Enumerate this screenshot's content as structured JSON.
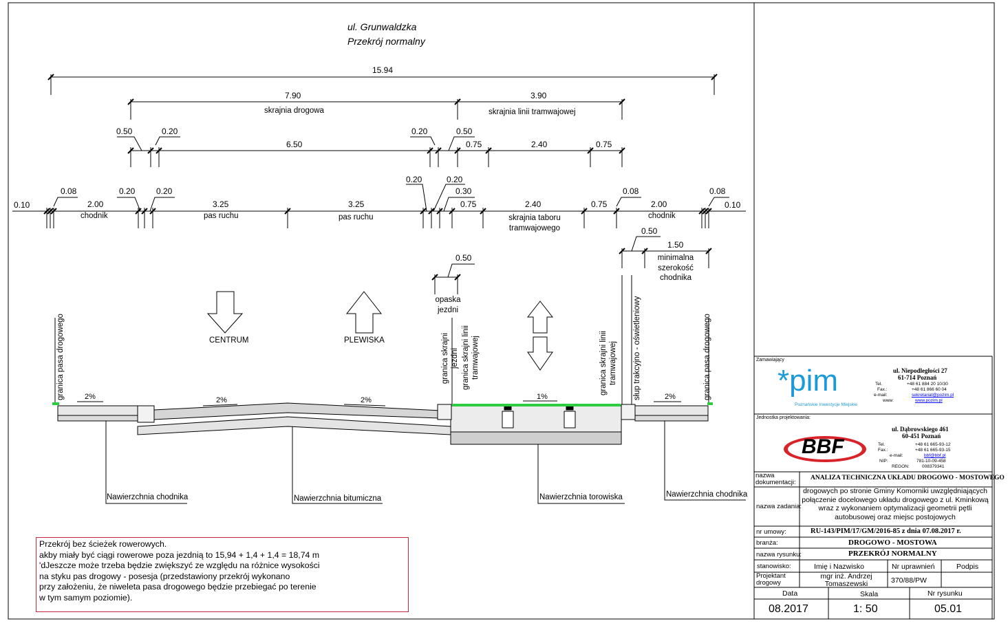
{
  "title": {
    "street": "ul. Grunwaldzka",
    "section": "Przekrój normalny"
  },
  "dimensions": {
    "row1": [
      "15.94"
    ],
    "row2": [
      "7.90",
      "3.90"
    ],
    "row2_labels": [
      "skrajnia drogowa",
      "skrajnia linii tramwajowej"
    ],
    "row3": [
      "0.50",
      "0.20",
      "6.50",
      "0.20",
      "0.50",
      "0.75",
      "2.40",
      "0.75"
    ],
    "row4": [
      "0.10",
      "0.08",
      "2.00",
      "0.20",
      "0.20",
      "3.25",
      "3.25",
      "0.20",
      "0.20",
      "0.30",
      "0.75",
      "2.40",
      "0.75",
      "0.08",
      "2.00",
      "0.08",
      "0.10"
    ],
    "row4_labels": [
      "chodnik",
      "pas ruchu",
      "pas ruchu",
      "skrajnia taboru tramwajowego",
      "chodnik"
    ],
    "side": [
      "0.50",
      "1.50",
      "0.50"
    ],
    "side_labels": [
      "minimalna szerokość chodnika",
      "opaska jezdni"
    ]
  },
  "directions": {
    "left": "CENTRUM",
    "right": "PLEWISKA"
  },
  "vertical_labels": {
    "granica_left": "granica pasa drogowego",
    "granica_right": "granica pasa drogowego",
    "skrajnia_jezdni": "granica skrajni jezdni",
    "skrajnia_tram": "granica skrajni linii tramwajowej",
    "skrajnia_tram2": "granica skrajni linii tramwajowej",
    "slup": "słup trakcyjno - oświetleniowy"
  },
  "slopes": [
    "2%",
    "2%",
    "2%",
    "1%",
    "2%"
  ],
  "callouts": [
    "Nawierzchnia chodnika",
    "Nawierzchnia bitumiczna",
    "Nawierzchnia torowiska",
    "Nawierzchnia chodnika"
  ],
  "note": [
    "Przekrój bez ścieżek rowerowych.",
    "akby miały być ciągi rowerowe poza jezdnią to 15,94 + 1,4 + 1,4 = 18,74 m",
    "'dJeszcze może trzeba będzie zwiększyć ze względu na różnice wysokości",
    "na styku pas drogowy - posesja (przedstawiony przekrój wykonano",
    "przy założeniu, że niweleta pasa drogowego będzie przebiegać po terenie",
    "w tym samym poziomie)."
  ],
  "titleblock": {
    "zamawiajacy_label": "Zamawiający",
    "pim_logo": "*pim",
    "pim_sub": "Poznańskie Inwestycje Miejskie",
    "pim_addr1": "ul. Niepodległości 27",
    "pim_addr2": "61-714 Poznań",
    "pim_tel_label": "Tel.",
    "pim_tel": "+48 61 884 20 10/30",
    "pim_fax_label": "Fax.:",
    "pim_fax": "+48 61 866 60 04",
    "pim_email_label": "e-mail:",
    "pim_email": "sekretariat@pozim.pl",
    "pim_www_label": "www:",
    "pim_www": "www.pozim.pl",
    "jednostka_label": "Jednostka projektowania:",
    "bbf_logo": "BBF",
    "bbf_addr1": "ul. Dąbrowskiego 461",
    "bbf_addr2": "60-451 Poznań",
    "bbf_tel_label": "Tel.",
    "bbf_tel": "+48 61 665-93-12",
    "bbf_fax_label": "Fax.:",
    "bbf_fax": "+48 61 665-93-15",
    "bbf_email_label": "e-mail:",
    "bbf_email": "bbf@bbf.pl",
    "bbf_nip_label": "NIP:",
    "bbf_nip": "781-10-09-458",
    "bbf_regon_label": "REGON:",
    "bbf_regon": "008379341",
    "nazwa_dok_label": "nazwa dokumentacji:",
    "nazwa_dok": "ANALIZA TECHNICZNA UKŁADU DROGOWO - MOSTOWEGO",
    "nazwa_zad_label": "nazwa zadania:",
    "nazwa_zad": "drogowych po stronie Gminy Komorniki uwzględniających połączenie docelowego układu drogowego z ul. Kminkową wraz z wykonaniem optymalizacji geometrii pętli autobusowej oraz miejsc postojowych",
    "nr_umowy_label": "nr umowy:",
    "nr_umowy": "RU-143/PIM/17/GM/2016-85 z dnia 07.08.2017 r.",
    "branza_label": "branża:",
    "branza": "DROGOWO - MOSTOWA",
    "nazwa_rys_label": "nazwa rysunku:",
    "nazwa_rys": "PRZEKRÓJ NORMALNY",
    "stanowisko": "stanowisko:",
    "imie": "Imię i Nazwisko",
    "nr_upr": "Nr uprawnień",
    "podpis": "Podpis",
    "projektant": "Projektant drogowy",
    "projektant_name": "mgr inż. Andrzej Tomaszewski",
    "projektant_nr": "370/88/PW",
    "data_label": "Data",
    "skala_label": "Skala",
    "nr_rys_label": "Nr rysunku",
    "data": "08.2017",
    "skala": "1: 50",
    "nr_rys": "05.01"
  },
  "colors": {
    "grass": "#2ecc40",
    "note_border": "#c8283c",
    "pim_blue": "#1a9ad6",
    "bbf_red": "#d8232a"
  }
}
